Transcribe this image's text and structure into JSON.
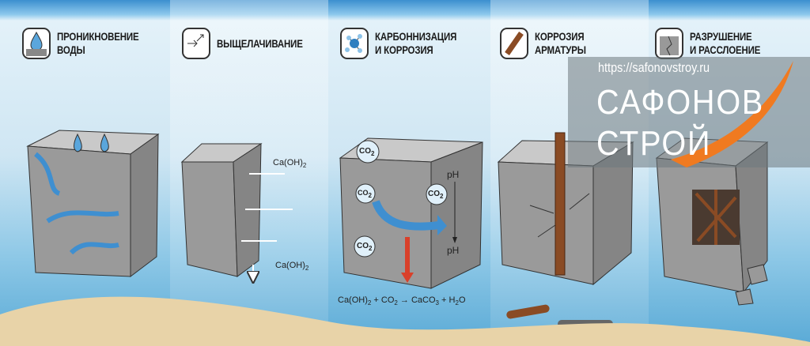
{
  "panels": [
    {
      "title_1": "ПРОНИКНОВЕНИЕ",
      "title_2": "ВОДЫ",
      "icon": "water-drop-icon"
    },
    {
      "title_1": "ВЫЩЕЛАЧИВАНИЕ",
      "title_2": "",
      "icon": "leaching-arrows-icon",
      "labels": [
        "Ca(OH)",
        "Ca(OH)"
      ],
      "sub": "2"
    },
    {
      "title_1": "КАРБОННИЗАЦИЯ",
      "title_2": "И КОРРОЗИЯ",
      "icon": "molecule-icon",
      "co2": "CO",
      "co2_sub": "2",
      "ph_top": "pH",
      "ph_bottom": "pH",
      "equation": {
        "a": "Ca(OH)",
        "b": "+ CO",
        "c": "→ CaCO",
        "d": "+ H",
        "e": "O",
        "s2": "2",
        "s3": "3"
      }
    },
    {
      "title_1": "КОРРОЗИЯ",
      "title_2": "АРМАТУРЫ",
      "icon": "rusted-rebar-icon"
    },
    {
      "title_1": "РАЗРУШЕНИЕ",
      "title_2": "И РАССЛОЕНИЕ",
      "icon": "cracked-block-icon"
    }
  ],
  "watermark": {
    "url": "https://safonovstroy.ru",
    "logo_1": "САФОНОВ",
    "logo_2": "СТРОЙ"
  },
  "colors": {
    "concrete": "#9a9a9a",
    "concrete_top": "#c9c9c9",
    "water": "#3f8fd0",
    "rust": "#8a4b24",
    "sand": "#e8d3a8",
    "watermark_orange": "#f07a20"
  }
}
